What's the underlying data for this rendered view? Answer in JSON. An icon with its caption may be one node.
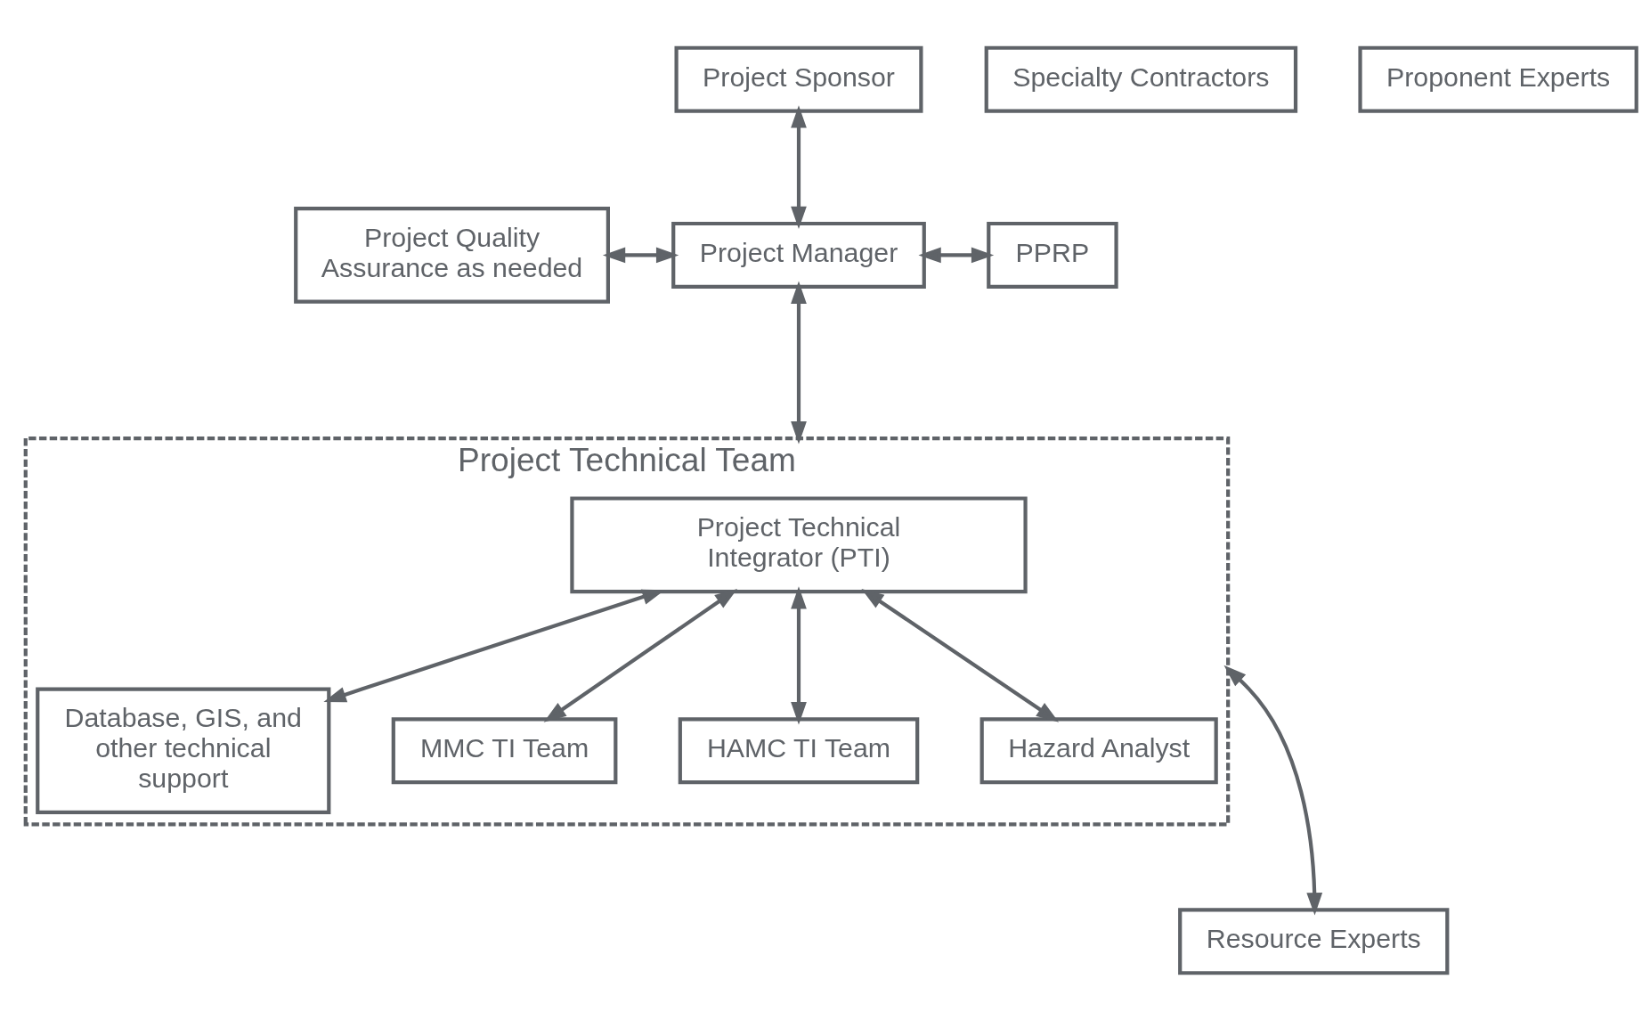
{
  "diagram": {
    "nodes": [
      {
        "text": [
          "Project Sponsor"
        ]
      },
      {
        "text": [
          "Project Quality Assurance as needed"
        ]
      },
      {
        "text": [
          "Project Manager"
        ]
      },
      {
        "text": [
          "PPRP"
        ]
      },
      {
        "text": [
          "Project Technical Team"
        ]
      },
      {
        "text": [
          "Project Technical Integrator (PTI)"
        ],
        "in": 4
      },
      {
        "text": [
          "Database, GIS, and other technical support"
        ],
        "in": 4
      },
      {
        "text": [
          "MMC TI Team"
        ],
        "in": 4
      },
      {
        "text": [
          "HAMC TI Team"
        ],
        "in": 4
      },
      {
        "text": [
          "Hazard Analyst"
        ],
        "in": 4
      },
      {
        "text": [
          "Specialty Contractors"
        ]
      },
      {
        "text": [
          "Resource Experts"
        ]
      },
      {
        "text": [
          "Proponent Experts"
        ]
      }
    ],
    "edges": [
      {
        "from": 0,
        "to": 2,
        "arrow": "both"
      },
      {
        "from": 1,
        "to": 2,
        "arrow": "both"
      },
      {
        "from": 2,
        "to": 3,
        "arrow": "both"
      },
      {
        "from": 2,
        "to": 4,
        "arrow": "both"
      },
      {
        "from": 5,
        "to": 6,
        "arrow": "both"
      },
      {
        "from": 5,
        "to": 7,
        "arrow": "both"
      },
      {
        "from": 5,
        "to": 8,
        "arrow": "both"
      },
      {
        "from": 5,
        "to": 9,
        "arrow": "both"
      },
      {
        "from": 4,
        "to": 11,
        "arrow": "both"
      }
    ]
  }
}
